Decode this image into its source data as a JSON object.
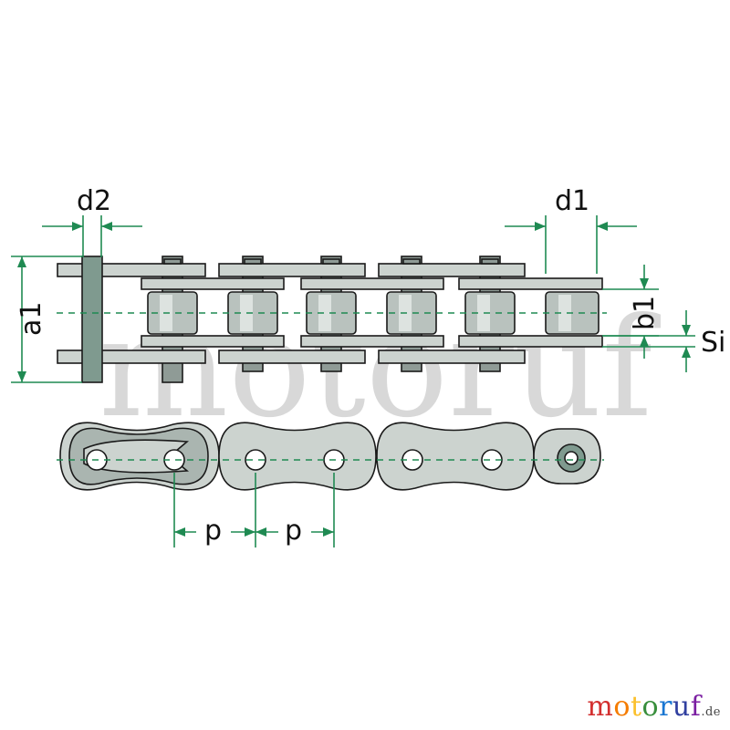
{
  "labels": {
    "d1": "d1",
    "d2": "d2",
    "a1": "a1",
    "b1": "b1",
    "si": "Si",
    "p_first": "p",
    "p_second": "p"
  },
  "watermark": "motoruf",
  "brand": {
    "letters": [
      "m",
      "o",
      "t",
      "o",
      "r",
      "u",
      "f"
    ],
    "suffix": ".de",
    "colors": [
      "#d32f2f",
      "#f57c00",
      "#fbc02d",
      "#388e3c",
      "#1976d2",
      "#303f9f",
      "#7b1fa2"
    ]
  },
  "colors": {
    "dimension": "#1f8a52",
    "plate": "#ccd3cf",
    "roller": "#b9c2be"
  }
}
